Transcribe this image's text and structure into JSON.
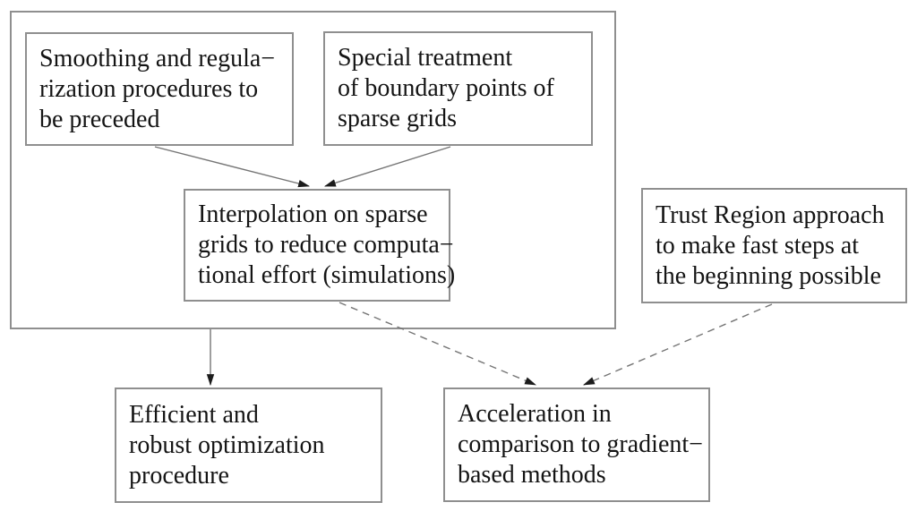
{
  "diagram": {
    "boxes": {
      "smoothing": {
        "lines": [
          "Smoothing and regula−",
          "rization procedures to",
          "be preceded"
        ]
      },
      "boundary": {
        "lines": [
          "Special treatment",
          "of boundary points of",
          "sparse grids"
        ]
      },
      "interpolation": {
        "lines": [
          "Interpolation on sparse",
          "grids to reduce computa−",
          "tional effort (simulations)"
        ]
      },
      "trust_region": {
        "lines": [
          "Trust Region approach",
          "to make fast steps at",
          "the beginning possible"
        ]
      },
      "efficient": {
        "lines": [
          "Efficient and",
          "robust optimization",
          "procedure"
        ]
      },
      "acceleration": {
        "lines": [
          "Acceleration in",
          "comparison to gradient−",
          "based methods"
        ]
      }
    },
    "edges": [
      {
        "from": "smoothing",
        "to": "interpolation",
        "style": "solid"
      },
      {
        "from": "boundary",
        "to": "interpolation",
        "style": "solid"
      },
      {
        "from": "outer-group",
        "to": "efficient",
        "style": "solid"
      },
      {
        "from": "interpolation",
        "to": "acceleration",
        "style": "dashed"
      },
      {
        "from": "trust_region",
        "to": "acceleration",
        "style": "dashed"
      }
    ],
    "colors": {
      "background": "#ffffff",
      "box_border": "#8f8f8f",
      "arrow_line": "#757575",
      "arrowhead": "#1c1c1c",
      "text": "#141414"
    }
  }
}
